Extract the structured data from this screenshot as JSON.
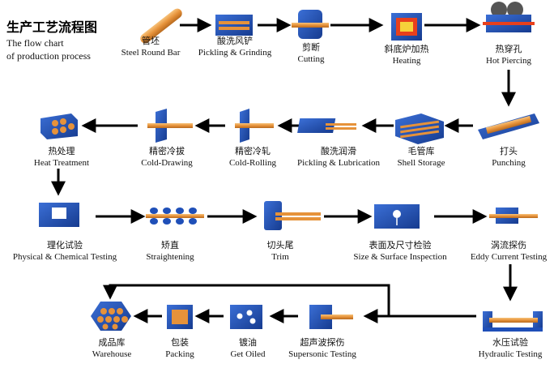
{
  "title": {
    "cn": "生产工艺流程图",
    "en_line1": "The flow chart",
    "en_line2": "of production process"
  },
  "steps": [
    {
      "id": "steel-round-bar",
      "cn": "管坯",
      "en": "Steel Round Bar"
    },
    {
      "id": "pickling-grinding",
      "cn": "酸洗风铲",
      "en": "Pickling & Grinding"
    },
    {
      "id": "cutting",
      "cn": "剪断",
      "en": "Cutting"
    },
    {
      "id": "heating",
      "cn": "斜底炉加热",
      "en": "Heating"
    },
    {
      "id": "hot-piercing",
      "cn": "热穿孔",
      "en": "Hot Piercing"
    },
    {
      "id": "punching",
      "cn": "打头",
      "en": "Punching"
    },
    {
      "id": "shell-storage",
      "cn": "毛管库",
      "en": "Shell Storage"
    },
    {
      "id": "pickling-lubrication",
      "cn": "酸洗润滑",
      "en": "Pickling & Lubrication"
    },
    {
      "id": "cold-rolling",
      "cn": "精密冷轧",
      "en": "Cold-Rolling"
    },
    {
      "id": "cold-drawing",
      "cn": "精密冷拔",
      "en": "Cold-Drawing"
    },
    {
      "id": "heat-treatment",
      "cn": "热处理",
      "en": "Heat Treatment"
    },
    {
      "id": "physical-chemical-testing",
      "cn": "理化试验",
      "en": "Physical & Chemical Testing"
    },
    {
      "id": "straightening",
      "cn": "矫直",
      "en": "Straightening"
    },
    {
      "id": "trim",
      "cn": "切头尾",
      "en": "Trim"
    },
    {
      "id": "size-surface-inspection",
      "cn": "表面及尺寸检验",
      "en": "Size & Surface Inspection"
    },
    {
      "id": "eddy-current-testing",
      "cn": "涡流探伤",
      "en": "Eddy Current Testing"
    },
    {
      "id": "hydraulic-testing",
      "cn": "水压试验",
      "en": "Hydraulic Testing"
    },
    {
      "id": "supersonic-testing",
      "cn": "超声波探伤",
      "en": "Supersonic Testing"
    },
    {
      "id": "get-oiled",
      "cn": "镀油",
      "en": "Get Oiled"
    },
    {
      "id": "packing",
      "cn": "包装",
      "en": "Packing"
    },
    {
      "id": "warehouse",
      "cn": "成品库",
      "en": "Warehouse"
    }
  ],
  "colors": {
    "machine_blue": "#1f4fb8",
    "tube_orange": "#e6923a",
    "arrow": "#000000",
    "heat_red": "#e8401c",
    "heat_yellow": "#f6d23a"
  }
}
